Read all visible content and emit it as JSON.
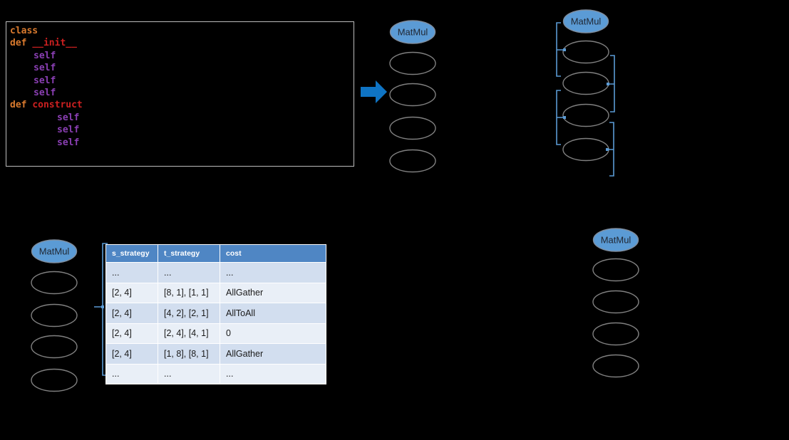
{
  "colors": {
    "accent_blue": "#5b9bd5",
    "arrow_blue": "#0f74c4",
    "node_fill": "#5b9bd5",
    "node_stroke": "#7f8d9e",
    "gray_node_stroke": "#808080",
    "code_keyword": "#d97a2e",
    "code_defname": "#cc2020",
    "code_self": "#8a3fb3",
    "code_border": "#bdbdbd",
    "table_header_bg": "#4f86c4",
    "table_row_dark": "#d2deef",
    "table_row_light": "#e9eff7"
  },
  "code_panel": {
    "lines": [
      {
        "indent": 0,
        "tokens": [
          {
            "text": "class",
            "role": "keyword"
          }
        ]
      },
      {
        "indent": 0,
        "tokens": [
          {
            "text": "def ",
            "role": "keyword"
          },
          {
            "text": "__init__",
            "role": "defname"
          }
        ]
      },
      {
        "indent": 33,
        "tokens": [
          {
            "text": "self",
            "role": "self"
          }
        ]
      },
      {
        "indent": 33,
        "tokens": [
          {
            "text": "self",
            "role": "self"
          }
        ]
      },
      {
        "indent": 33,
        "tokens": [
          {
            "text": "self",
            "role": "self"
          }
        ]
      },
      {
        "indent": 33,
        "tokens": [
          {
            "text": "self",
            "role": "self"
          }
        ]
      },
      {
        "indent": 0,
        "tokens": [
          {
            "text": "def ",
            "role": "keyword"
          },
          {
            "text": "construct",
            "role": "defname"
          }
        ]
      },
      {
        "indent": 66,
        "tokens": [
          {
            "text": "self",
            "role": "self"
          }
        ]
      },
      {
        "indent": 66,
        "tokens": [
          {
            "text": "self",
            "role": "self"
          }
        ]
      },
      {
        "indent": 66,
        "tokens": [
          {
            "text": "self",
            "role": "self"
          }
        ]
      }
    ]
  },
  "graph_columns": [
    {
      "id": "flow-mid",
      "root_label": "MatMul",
      "strategy_nodes": 4
    },
    {
      "id": "flow-grouped",
      "root_label": "MatMul",
      "strategy_nodes": 4
    },
    {
      "id": "strategies",
      "root_label": "MatMul",
      "strategy_nodes": 4
    },
    {
      "id": "result",
      "root_label": "MatMul",
      "strategy_nodes": 4
    }
  ],
  "table": {
    "headers": [
      "s_strategy",
      "t_strategy",
      "cost"
    ],
    "rows": [
      [
        "...",
        "...",
        "..."
      ],
      [
        "[2, 4]",
        "[8, 1], [1, 1]",
        "AllGather"
      ],
      [
        "[2, 4]",
        "[4, 2], [2, 1]",
        "AllToAll"
      ],
      [
        "[2, 4]",
        "[2, 4], [4, 1]",
        "0"
      ],
      [
        "[2, 4]",
        "[1, 8], [8, 1]",
        "AllGather"
      ],
      [
        "...",
        "...",
        "..."
      ]
    ]
  }
}
